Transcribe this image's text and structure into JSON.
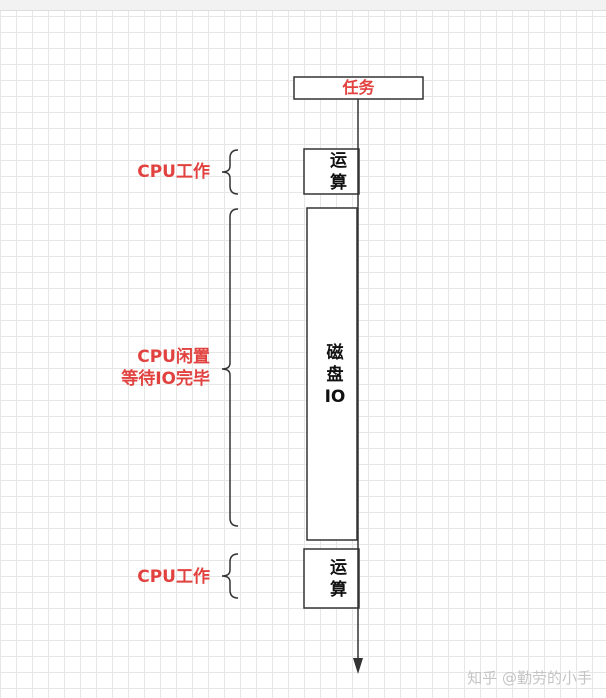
{
  "task": {
    "label": "任务"
  },
  "steps": [
    {
      "side_label": "CPU工作",
      "box_label": "运\n算"
    },
    {
      "side_label": "CPU闲置\n等待IO完毕",
      "box_label": "磁\n盘\nIO"
    },
    {
      "side_label": "CPU工作",
      "box_label": "运\n算"
    }
  ],
  "watermark": "知乎 @勤劳的小手",
  "colors": {
    "accent_red": "#e2423f",
    "line": "#333333",
    "grid": "#e6e6e6"
  }
}
